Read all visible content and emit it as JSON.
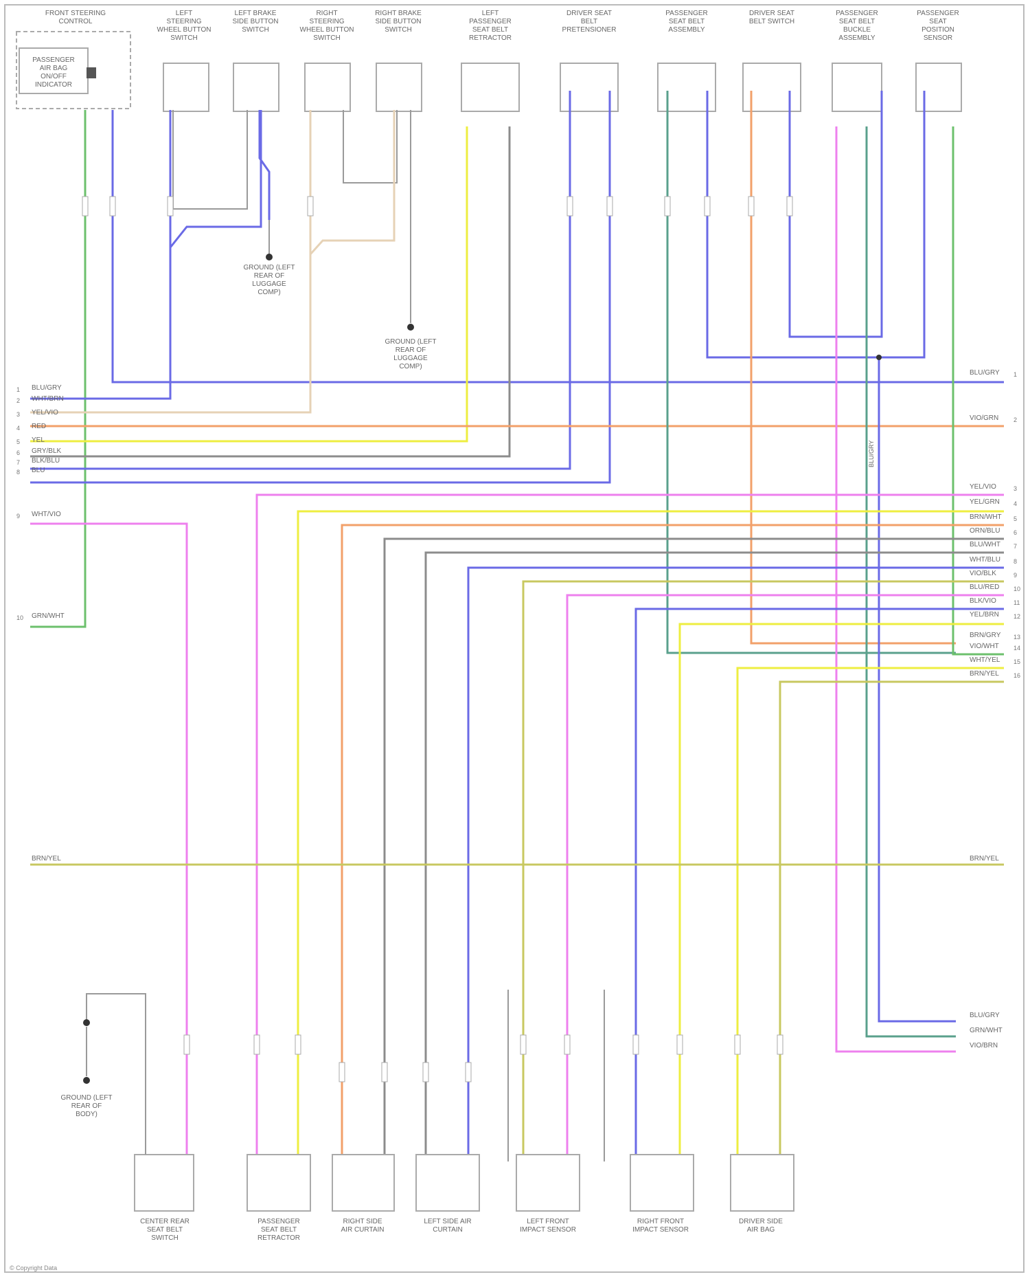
{
  "diagram": {
    "top_components": [
      "FRONT STEERING CONTROL",
      "LEFT STEERING WHEEL BUTTON SWITCH",
      "LEFT BRAKE SIDE BUTTON SWITCH",
      "RIGHT STEERING WHEEL BUTTON SWITCH",
      "RIGHT BRAKE SIDE BUTTON SWITCH",
      "LEFT PASSENGER SEAT BELT RETRACTOR",
      "DRIVER SEAT BELT PRETENSIONER",
      "PASSENGER SEAT BELT ASSEMBLY",
      "DRIVER SEAT BELT SWITCH",
      "PASSENGER SEAT BELT BUCKLE ASSEMBLY",
      "PASSENGER SEAT POSITION SENSOR"
    ],
    "top_left_inner": "PASSENGER AIR BAG ON/OFF INDICATOR",
    "ground_labels": [
      "GROUND (LEFT REAR OF LUGGAGE COMP)",
      "GROUND (LEFT REAR OF LUGGAGE COMP)"
    ],
    "bottom_components": [
      "CENTER REAR SEAT BELT SWITCH",
      "PASSENGER SEAT BELT RETRACTOR",
      "RIGHT SIDE AIR CURTAIN",
      "LEFT SIDE AIR CURTAIN",
      "LEFT FRONT IMPACT SENSOR",
      "RIGHT FRONT IMPACT SENSOR",
      "DRIVER SIDE AIR BAG"
    ],
    "bottom_ground": "GROUND (LEFT REAR OF BODY)",
    "left_bus_labels": [
      "BLU/GRY",
      "WHT/BRN",
      "YEL/VIO",
      "RED",
      "YEL",
      "GRY/BLK",
      "BLK/BLU",
      "BLU",
      "WHT/VIO",
      "GRN/WHT"
    ],
    "right_bus_labels": [
      "BLU/GRY",
      "VIO/GRN",
      "YEL/VIO",
      "YEL/GRN",
      "BRN/WHT",
      "ORN/BLU",
      "BLU/WHT",
      "WHT/BLU",
      "VIO/BLK",
      "BLU/RED",
      "BLK/VIO",
      "YEL/BRN",
      "BRN/GRY",
      "VIO/WHT",
      "WHT/YEL",
      "BRN/YEL"
    ],
    "mid_labels": [
      "BRN/YEL",
      "BRN/YEL"
    ],
    "bottom_right_labels": [
      "BLU/GRY",
      "GRN/WHT",
      "VIO/BRN"
    ],
    "vertical_mid_label": "BLU/GRY",
    "footer": "© Copyright Data"
  },
  "colors": {
    "blue": "#6a6ae6",
    "orange": "#f2a06a",
    "yellow": "#eeee40",
    "gray": "#8c8c8c",
    "green": "#6cc06c",
    "pink": "#ee80ee",
    "olive": "#c8c860",
    "tan": "#e6d2b6",
    "teal": "#5aa08c"
  }
}
